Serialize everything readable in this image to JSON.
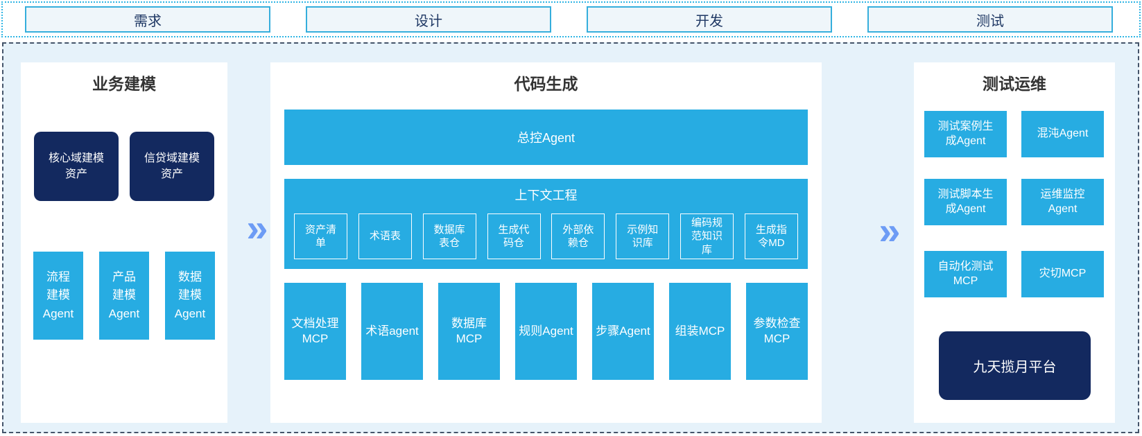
{
  "colors": {
    "cyan": "#27ACE2",
    "navy": "#13295F",
    "chevron_blue": "#6D9CF5",
    "light_bg": "#E6F2FA",
    "dash_border": "#44546A",
    "strip_border": "#2FB5E4",
    "phase_text": "#1F3864"
  },
  "chevron_glyph": "»",
  "phases": [
    "需求",
    "设计",
    "开发",
    "测试"
  ],
  "modeling": {
    "title": "业务建模",
    "assets": [
      "核心域建模\n资产",
      "信贷域建模\n资产"
    ],
    "agents": [
      "流程\n建模\nAgent",
      "产品\n建模\nAgent",
      "数据\n建模\nAgent"
    ]
  },
  "codegen": {
    "title": "代码生成",
    "master_agent": "总控Agent",
    "context": {
      "title": "上下文工程",
      "items": [
        "资产清\n单",
        "术语表",
        "数据库\n表仓",
        "生成代\n码仓",
        "外部依\n赖仓",
        "示例知\n识库",
        "编码规\n范知识\n库",
        "生成指\n令MD"
      ]
    },
    "tools": [
      "文档处理\nMCP",
      "术语agent",
      "数据库\nMCP",
      "规则Agent",
      "步骤Agent",
      "组装MCP",
      "参数检查\nMCP"
    ]
  },
  "testops": {
    "title": "测试运维",
    "boxes": [
      "测试案例生\n成Agent",
      "混沌Agent",
      "测试脚本生\n成Agent",
      "运维监控\nAgent",
      "自动化测试\nMCP",
      "灾切MCP"
    ],
    "platform": "九天揽月平台"
  }
}
